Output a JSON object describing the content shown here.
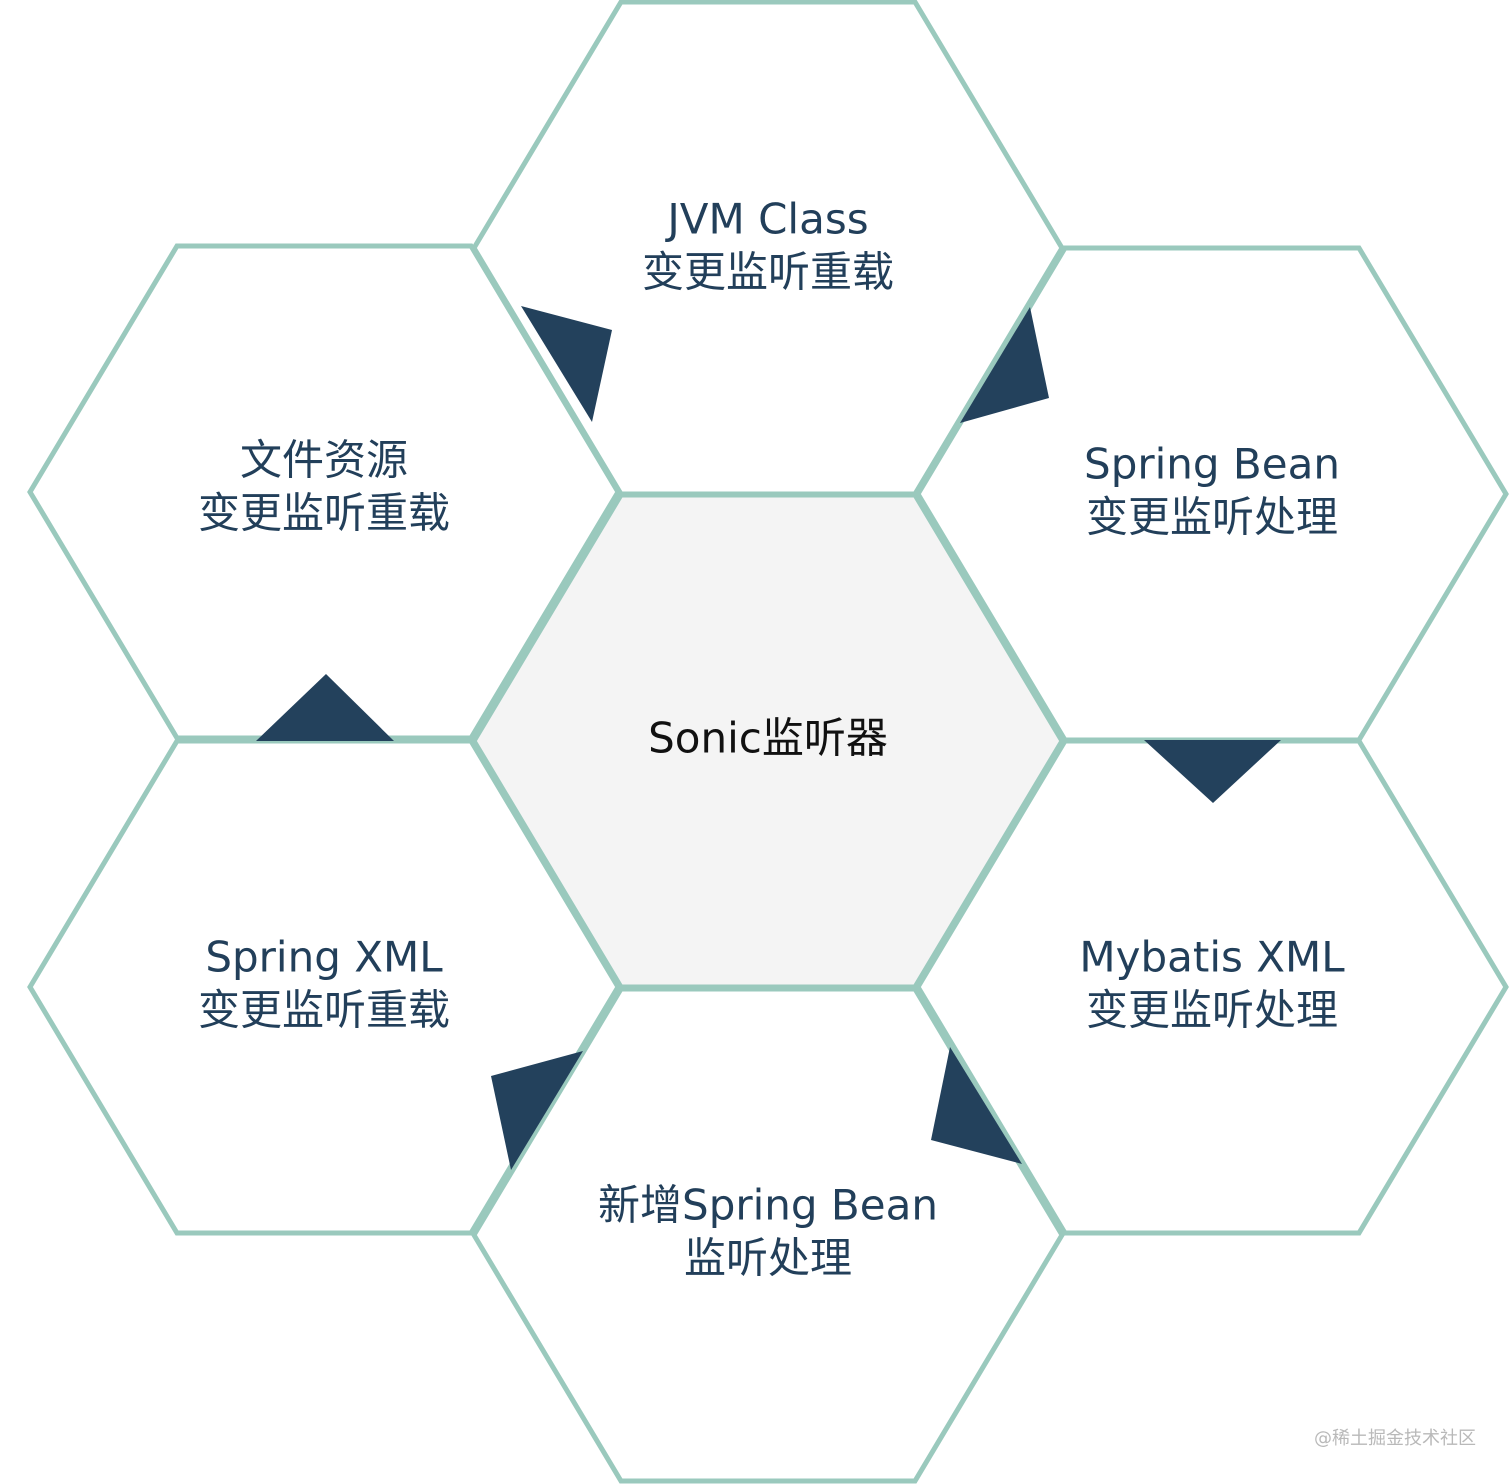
{
  "nodes": [
    {
      "id": "center",
      "lines": [
        "Sonic监听器"
      ]
    },
    {
      "id": "top",
      "lines": [
        "JVM Class",
        "变更监听重载"
      ]
    },
    {
      "id": "upper-right",
      "lines": [
        "Spring Bean",
        "变更监听处理"
      ]
    },
    {
      "id": "lower-right",
      "lines": [
        "Mybatis XML",
        "变更监听处理"
      ]
    },
    {
      "id": "bottom",
      "lines": [
        "新增Spring Bean",
        "监听处理"
      ]
    },
    {
      "id": "lower-left",
      "lines": [
        "Spring XML",
        "变更监听重载"
      ]
    },
    {
      "id": "upper-left",
      "lines": [
        "文件资源",
        "变更监听重载"
      ]
    }
  ],
  "edges": [
    {
      "from": "upper-left",
      "to": "top"
    },
    {
      "from": "top",
      "to": "upper-right"
    },
    {
      "from": "upper-right",
      "to": "lower-right"
    },
    {
      "from": "lower-right",
      "to": "bottom"
    },
    {
      "from": "bottom",
      "to": "lower-left"
    },
    {
      "from": "lower-left",
      "to": "upper-left"
    }
  ],
  "watermark": "@稀土掘金技术社区",
  "colors": {
    "hex_border": "#9ac9bd",
    "center_fill": "#f4f4f4",
    "label_text": "#223f5a",
    "arrow_fill": "#23415c"
  }
}
